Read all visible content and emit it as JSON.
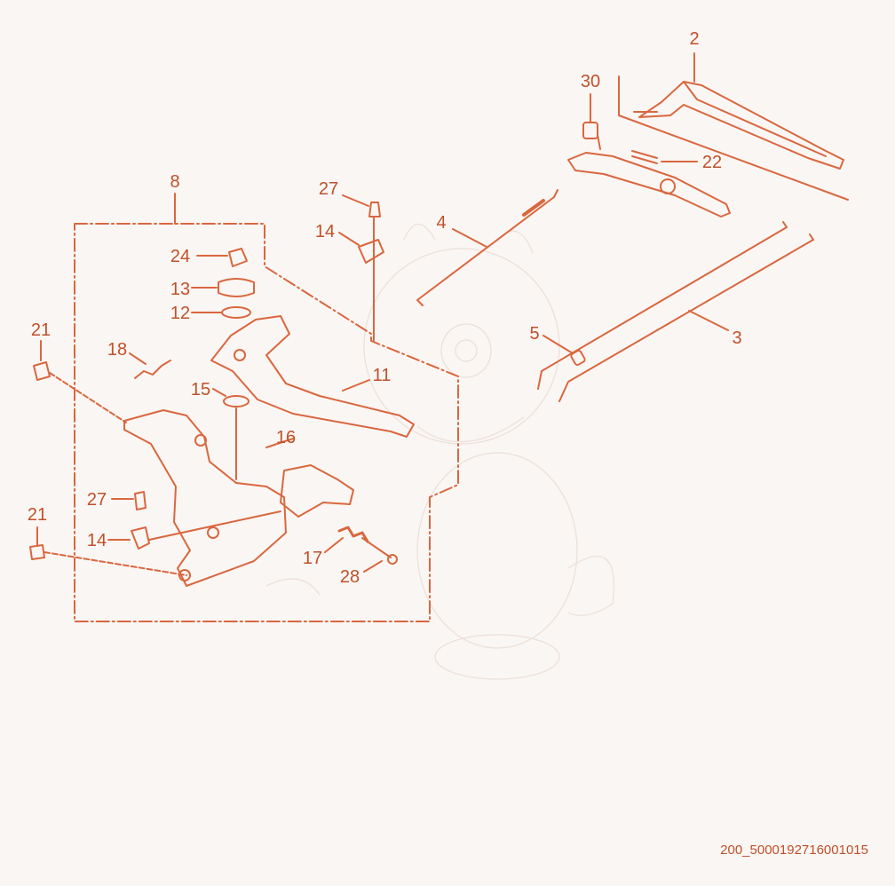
{
  "diagram": {
    "colors": {
      "background": "#faf6f3",
      "line": "#d9673f",
      "label": "#c0502a",
      "watermark": "#e8dcd6"
    },
    "callouts": [
      "2",
      "30",
      "22",
      "27",
      "4",
      "14",
      "8",
      "24",
      "13",
      "12",
      "21",
      "18",
      "11",
      "15",
      "16",
      "5",
      "3",
      "27",
      "21",
      "14",
      "17",
      "28"
    ],
    "part_code": "200_5000192716001015"
  }
}
